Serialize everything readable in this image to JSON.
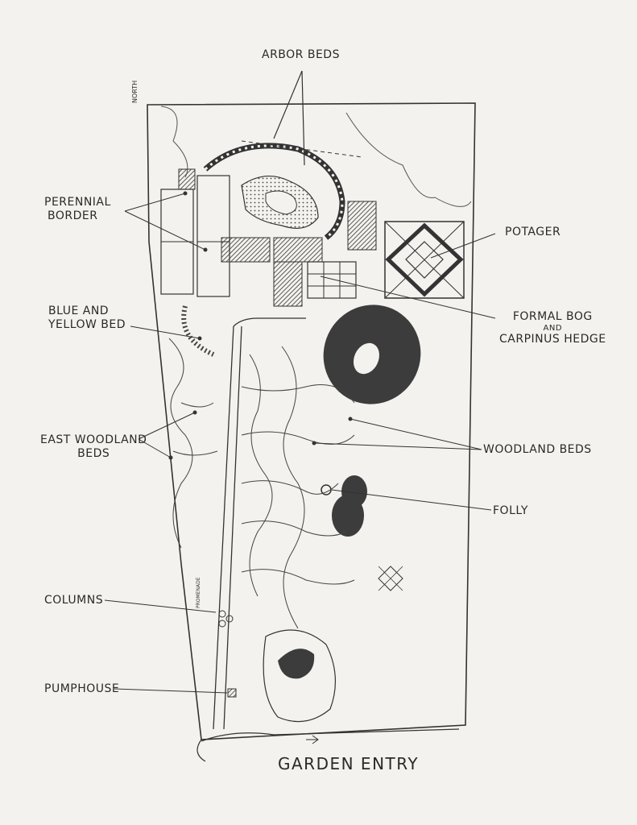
{
  "labels": {
    "arbor_beds": "ARBOR BEDS",
    "perennial_border": [
      "PERENNIAL",
      "BORDER"
    ],
    "potager": "POTAGER",
    "blue_yellow_bed": [
      "BLUE AND",
      "YELLOW BED"
    ],
    "formal_bog": [
      "FORMAL BOG",
      "AND",
      "CARPINUS HEDGE"
    ],
    "east_woodland_beds": [
      "EAST WOODLAND",
      "BEDS"
    ],
    "woodland_beds": "WOODLAND BEDS",
    "folly": "FOLLY",
    "columns": "COLUMNS",
    "pumphouse": "PUMPHOUSE",
    "garden_entry": "GARDEN ENTRY"
  },
  "small_text": {
    "north": "NORTH",
    "promenade": "PROMENADE"
  },
  "colors": {
    "ink": "#2a2a2a",
    "paper": "#f3f2ee",
    "pond": "#3c3c3c"
  }
}
